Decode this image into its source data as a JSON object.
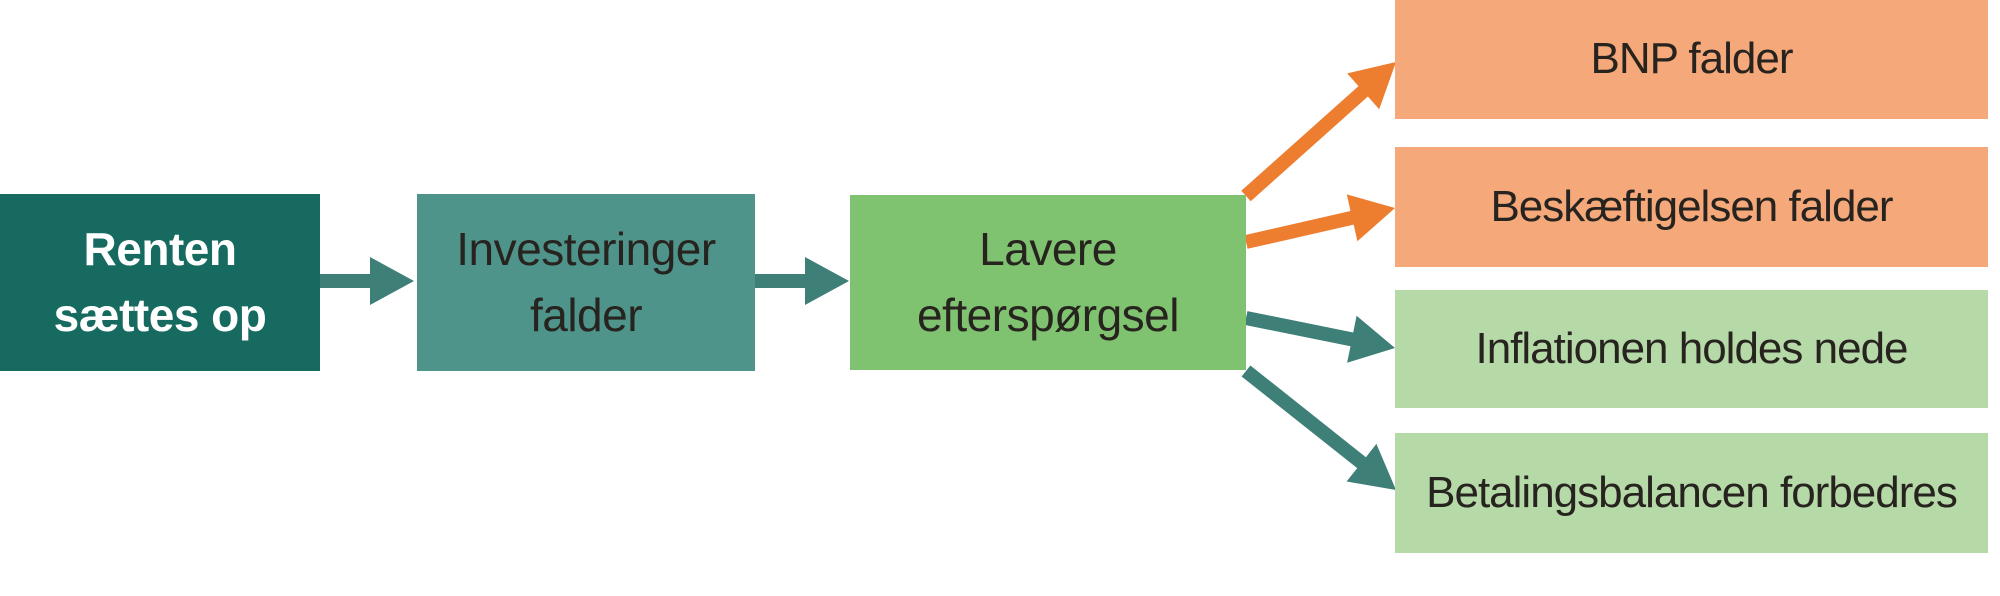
{
  "palette": {
    "box_teal_dark": "#176a5f",
    "box_teal_mid": "#4f948b",
    "box_green": "#7fc26f",
    "box_green_light": "#b6d9a8",
    "box_orange": "#f5a87a",
    "arrow_teal": "#3e7f78",
    "arrow_orange": "#ed7d2f",
    "text_dark": "#27231f",
    "text_light": "#ffffff"
  },
  "main_nodes": [
    {
      "id": "renten-saettes-op",
      "lines": [
        "Renten",
        "sættes op"
      ],
      "fill": "box_teal_dark",
      "text_color": "text_light",
      "bold": true
    },
    {
      "id": "investeringer-falder",
      "lines": [
        "Investeringer",
        "falder"
      ],
      "fill": "box_teal_mid",
      "text_color": "text_dark",
      "bold": false
    },
    {
      "id": "lavere-efterspoergsel",
      "lines": [
        "Lavere",
        "efterspørgsel"
      ],
      "fill": "box_green",
      "text_color": "text_dark",
      "bold": false
    }
  ],
  "outcome_nodes": [
    {
      "id": "bnp-falder",
      "label": "BNP falder",
      "fill": "box_orange",
      "text_color": "text_dark"
    },
    {
      "id": "beskaeftigelsen-falder",
      "label": "Beskæftigelsen falder",
      "fill": "box_orange",
      "text_color": "text_dark"
    },
    {
      "id": "inflationen-holdes-nede",
      "label": "Inflationen holdes nede",
      "fill": "box_green_light",
      "text_color": "text_dark"
    },
    {
      "id": "betalingsbalancen-forbedres",
      "label": "Betalingsbalancen forbedres",
      "fill": "box_green_light",
      "text_color": "text_dark"
    }
  ],
  "arrows": [
    {
      "from": "renten-saettes-op",
      "to": "investeringer-falder",
      "color": "arrow_teal"
    },
    {
      "from": "investeringer-falder",
      "to": "lavere-efterspoergsel",
      "color": "arrow_teal"
    },
    {
      "from": "lavere-efterspoergsel",
      "to": "bnp-falder",
      "color": "arrow_orange"
    },
    {
      "from": "lavere-efterspoergsel",
      "to": "beskaeftigelsen-falder",
      "color": "arrow_orange"
    },
    {
      "from": "lavere-efterspoergsel",
      "to": "inflationen-holdes-nede",
      "color": "arrow_teal"
    },
    {
      "from": "lavere-efterspoergsel",
      "to": "betalingsbalancen-forbedres",
      "color": "arrow_teal"
    }
  ]
}
